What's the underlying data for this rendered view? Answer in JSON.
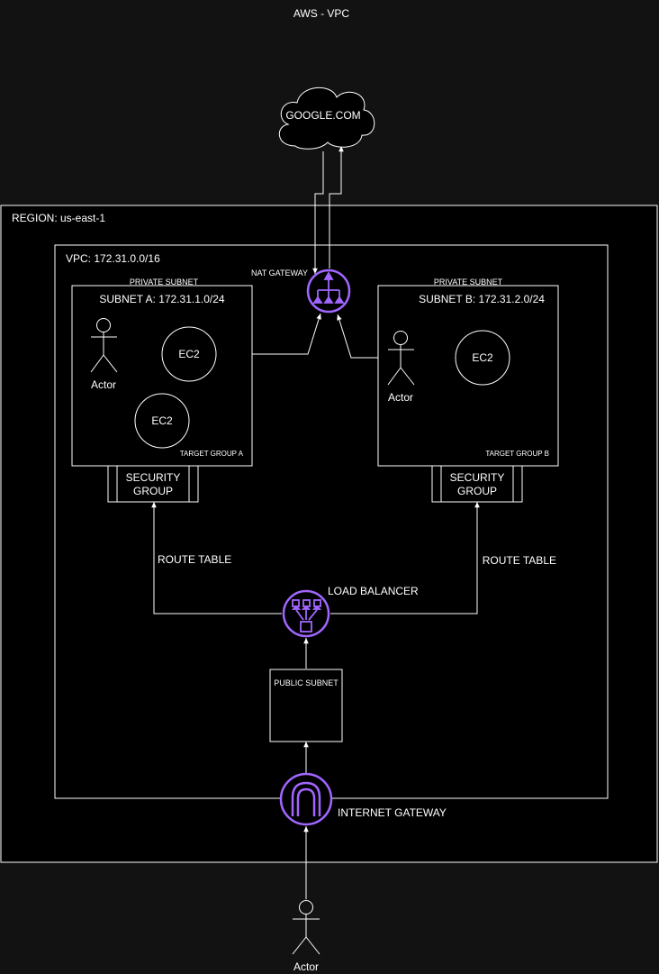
{
  "title": "AWS - VPC",
  "internet": {
    "label": "GOOGLE.COM"
  },
  "region": {
    "label": "REGION: us-east-1"
  },
  "vpc": {
    "label": "VPC: 172.31.0.0/16"
  },
  "nat_gateway": {
    "label": "NAT GATEWAY"
  },
  "subnet_a": {
    "caption": "PRIVATE SUBNET",
    "label": "SUBNET A: 172.31.1.0/24",
    "target_group": "TARGET GROUP A",
    "actor": "Actor",
    "instances": [
      "EC2",
      "EC2"
    ]
  },
  "subnet_b": {
    "caption": "PRIVATE SUBNET",
    "label": "SUBNET B: 172.31.2.0/24",
    "target_group": "TARGET GROUP B",
    "actor": "Actor",
    "instances": [
      "EC2"
    ]
  },
  "security_group_a": {
    "label_line1": "SECURITY",
    "label_line2": "GROUP"
  },
  "security_group_b": {
    "label_line1": "SECURITY",
    "label_line2": "GROUP"
  },
  "route_table_a": {
    "label": "ROUTE TABLE"
  },
  "route_table_b": {
    "label": "ROUTE TABLE"
  },
  "load_balancer": {
    "label": "LOAD BALANCER"
  },
  "public_subnet": {
    "label": "PUBLIC SUBNET"
  },
  "internet_gateway": {
    "label": "INTERNET GATEWAY"
  },
  "user": {
    "label": "Actor"
  },
  "colors": {
    "background": "#121212",
    "container": "#000000",
    "line": "#ffffff",
    "aws_purple": "#a166ff"
  }
}
